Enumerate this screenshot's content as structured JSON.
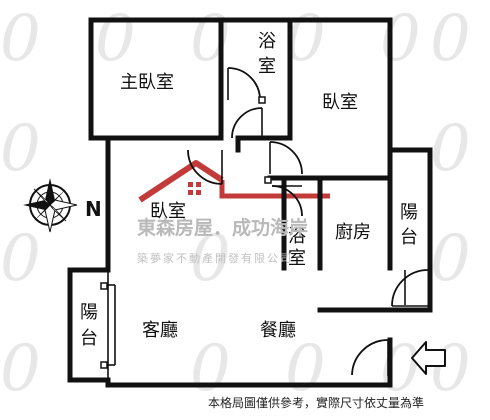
{
  "rooms": {
    "master_bedroom": "主臥室",
    "bath_top": "浴\n室",
    "bedroom_right": "臥室",
    "bedroom_left": "臥室",
    "bath_small": "浴\n室",
    "kitchen": "廚房",
    "balcony_right": "陽\n台",
    "balcony_left": "陽\n台",
    "living_room": "客廳",
    "dining_room": "餐廳"
  },
  "compass": {
    "north_label": "N"
  },
  "watermark": {
    "company_name": "東森房屋．成功海岸",
    "company_sub": "築夢家不動產開發有限公司"
  },
  "footer": {
    "disclaimer": "本格局圖僅供參考，實際尺寸依丈量為準"
  },
  "colors": {
    "wall": "#111111",
    "logo_red": "#c33a3a",
    "watermark_gray": "#b9b9b9"
  },
  "icons": {
    "compass": "compass-rose-icon",
    "entrance": "entrance-arrow-icon"
  }
}
